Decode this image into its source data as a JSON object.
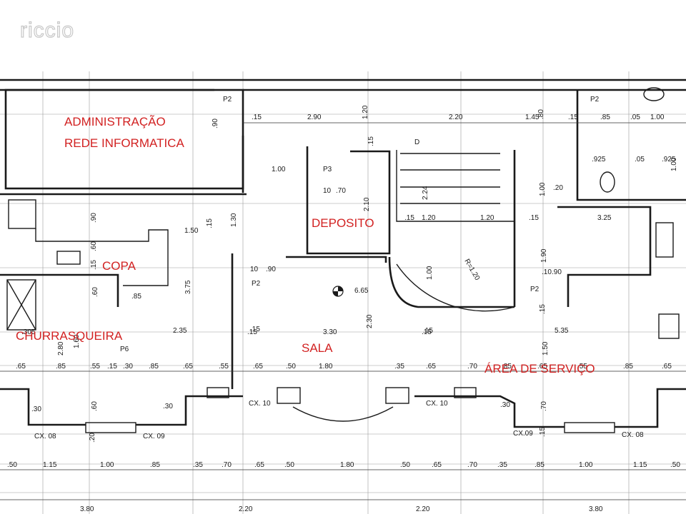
{
  "logo": {
    "text": "riccio"
  },
  "rooms": [
    {
      "id": "administracao",
      "lines": [
        "ADMINISTRAÇÃO",
        "REDE INFORMATICA"
      ]
    },
    {
      "id": "deposito",
      "lines": [
        "DEPOSITO"
      ]
    },
    {
      "id": "copa",
      "lines": [
        "COPA"
      ]
    },
    {
      "id": "churrasqueira",
      "lines": [
        "CHURRASQUEIRA"
      ]
    },
    {
      "id": "sala",
      "lines": [
        "SALA"
      ]
    },
    {
      "id": "area-servico",
      "lines": [
        "ÁREA DE SERVIÇO"
      ]
    }
  ],
  "door_tags": [
    "P2",
    "P2",
    "P3",
    "P2",
    "P2",
    "P6"
  ],
  "window_tags": [
    "CX. 10",
    "CX. 10",
    "CX. 08",
    "CX. 09",
    "CX.09",
    "CX. 08"
  ],
  "stair": {
    "direction_mark": "D",
    "radius_label": "R=1.20"
  },
  "level_mark": "6.65",
  "dimensions": {
    "top_row": [
      ".15",
      "2.90",
      "1.20",
      "2.20",
      "1.45",
      ".80",
      ".15",
      ".85",
      ".05",
      "1.00"
    ],
    "upper_misc": [
      ".90",
      "1.00",
      "10",
      ".70",
      "2.10",
      ".15",
      "2.24",
      "1.20",
      ".15",
      "1.20",
      ".15",
      "3.25",
      "1.00",
      ".20",
      ".925",
      ".05",
      ".925",
      "1.00",
      "1.30",
      ".15",
      "1.50",
      ".90",
      ".60",
      ".15"
    ],
    "middle": [
      "10",
      ".90",
      "1.90",
      ".10",
      ".90",
      ".85",
      "3.75",
      ".60",
      "1.00",
      "2.30",
      ".15",
      ".15",
      "5.35",
      "1.50",
      ".15"
    ],
    "row_lower": [
      ".305",
      "2.80",
      "1.60",
      "2.35",
      ".15",
      "3.30",
      ".15"
    ],
    "row_bottom_inner": [
      ".65",
      ".85",
      ".55",
      ".15",
      ".30",
      ".85",
      ".65",
      ".55",
      ".65",
      ".50",
      "1.80",
      ".35",
      ".65",
      ".70",
      ".85",
      ".65",
      ".55",
      ".85",
      ".65"
    ],
    "row_small": [
      ".30",
      ".60",
      ".30",
      ".30",
      ".70",
      ".20",
      ".15"
    ],
    "row_bottom": [
      ".50",
      "1.15",
      "1.00",
      ".85",
      ".35",
      ".70",
      ".65",
      ".50",
      "1.80",
      ".50",
      ".65",
      ".70",
      ".35",
      ".85",
      "1.00",
      "1.15",
      ".50"
    ],
    "row_totals": [
      "3.80",
      "2.20",
      "2.20",
      "3.80"
    ]
  }
}
